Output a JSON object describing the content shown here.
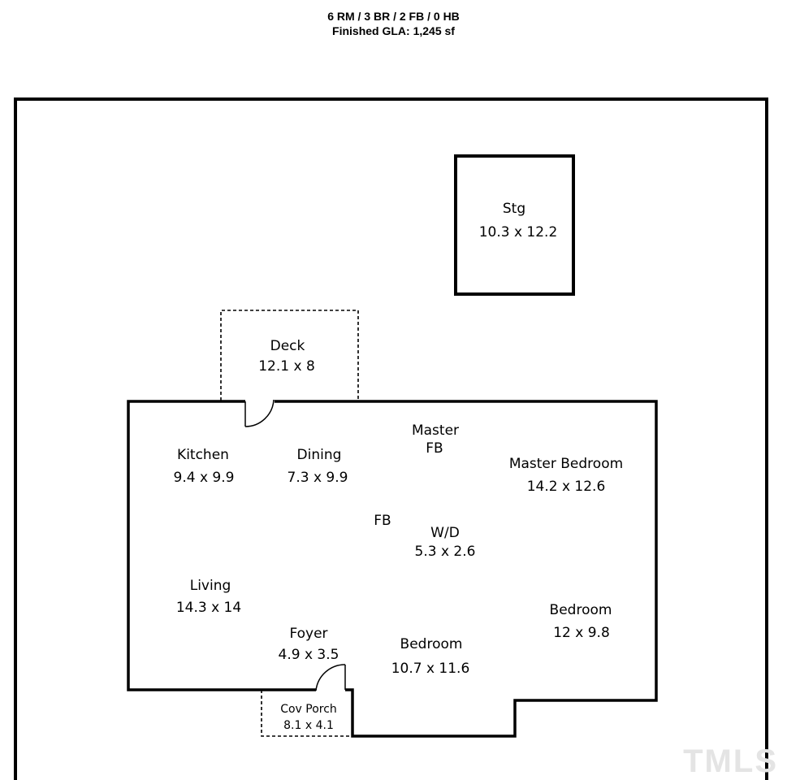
{
  "header": {
    "summary": "6 RM / 3 BR / 2 FB / 0 HB",
    "gla": "Finished GLA: 1,245 sf"
  },
  "rooms": {
    "stg": {
      "name": "Stg",
      "dims": "10.3 x 12.2"
    },
    "deck": {
      "name": "Deck",
      "dims": "12.1 x 8"
    },
    "kitchen": {
      "name": "Kitchen",
      "dims": "9.4 x 9.9"
    },
    "dining": {
      "name": "Dining",
      "dims": "7.3 x 9.9"
    },
    "master_fb": {
      "name_line1": "Master",
      "name_line2": "FB"
    },
    "master_bedroom": {
      "name": "Master Bedroom",
      "dims": "14.2 x 12.6"
    },
    "fb": {
      "name": "FB"
    },
    "wd": {
      "name": "W/D",
      "dims": "5.3 x 2.6"
    },
    "living": {
      "name": "Living",
      "dims": "14.3 x 14"
    },
    "bedroom_right": {
      "name": "Bedroom",
      "dims": "12 x 9.8"
    },
    "foyer": {
      "name": "Foyer",
      "dims": "4.9 x 3.5"
    },
    "bedroom_center": {
      "name": "Bedroom",
      "dims": "10.7 x 11.6"
    },
    "cov_porch": {
      "name": "Cov Porch",
      "dims": "8.1 x 4.1"
    }
  },
  "watermark": "TMLS"
}
